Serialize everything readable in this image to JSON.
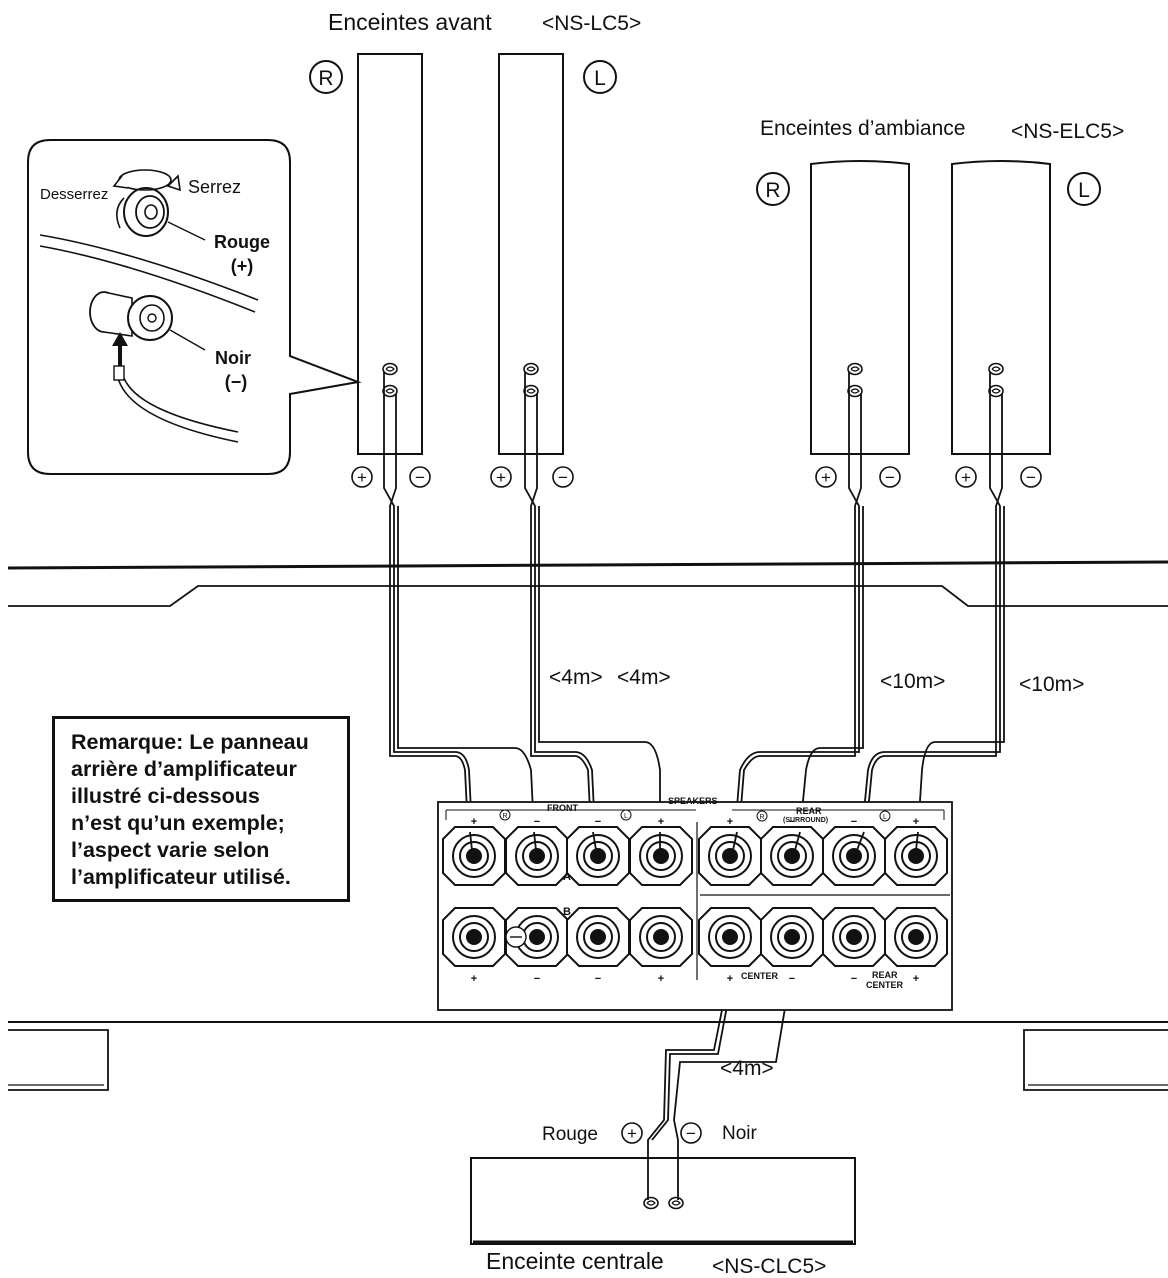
{
  "front": {
    "title": "Enceintes avant",
    "model": "<NS-LC5>",
    "right_mark": "R",
    "left_mark": "L"
  },
  "surround": {
    "title": "Enceintes d’ambiance",
    "model": "<NS-ELC5>",
    "right_mark": "R",
    "left_mark": "L"
  },
  "center": {
    "title": "Enceinte centrale",
    "model": "<NS-CLC5>",
    "red_label": "Rouge",
    "black_label": "Noir"
  },
  "inset": {
    "loosen": "Desserrez",
    "tighten": "Serrez",
    "red": "Rouge",
    "red_sign": "(+)",
    "black": "Noir",
    "black_sign": "(−)"
  },
  "distances": {
    "front_r": "<4m>",
    "front_l": "<4m>",
    "surround_r": "<10m>",
    "surround_l": "<10m>",
    "center": "<4m>"
  },
  "note": {
    "lines": [
      "Remarque: Le panneau",
      "arrière d’amplificateur",
      "illustré ci-dessous",
      "n’est qu’un exemple;",
      "l’aspect varie selon",
      "l’amplificateur utilisé."
    ]
  },
  "panel": {
    "speakers": "SPEAKERS",
    "front": "FRONT",
    "rear": "REAR",
    "surround": "(SURROUND)",
    "center": "CENTER",
    "rear_center_1": "REAR",
    "rear_center_2": "CENTER",
    "row_a": "A",
    "row_b": "B",
    "r_mark": "R",
    "l_mark": "L",
    "plus": "+",
    "minus": "−"
  },
  "polarity": {
    "plus": "+",
    "minus": "−"
  }
}
